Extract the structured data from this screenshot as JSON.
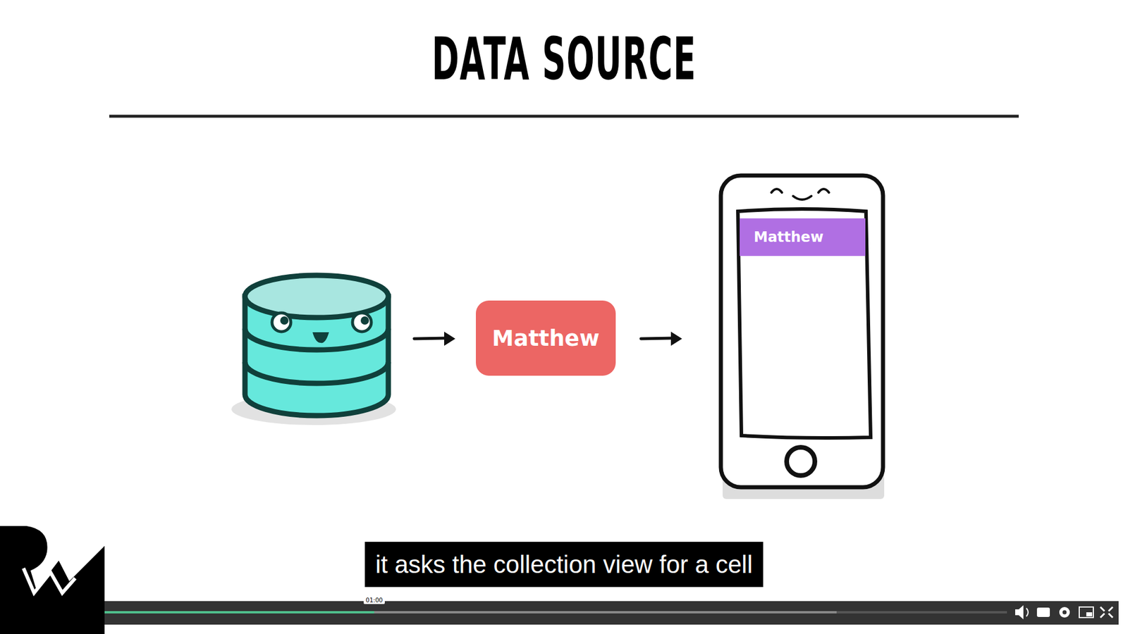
{
  "diagram": {
    "title": "DATA SOURCE",
    "nodes": [
      {
        "text": [
          "Matthew"
        ]
      },
      {
        "text": [
          "Matthew"
        ]
      }
    ],
    "labels": [
      "it asks the collection view for a cell",
      "01:00"
    ]
  }
}
